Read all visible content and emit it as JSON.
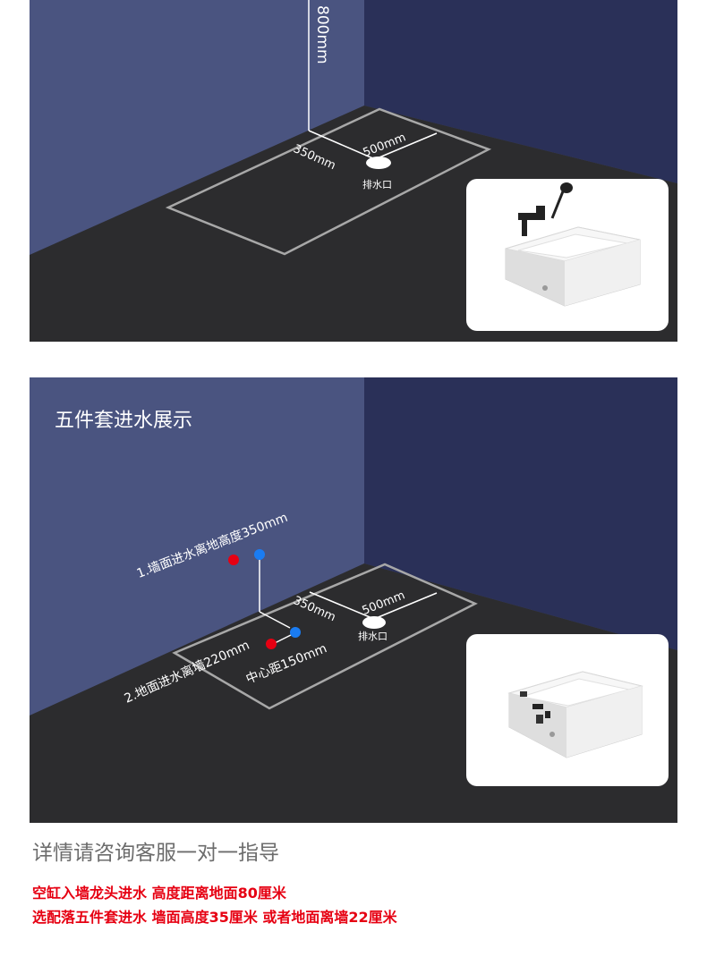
{
  "panel1": {
    "height_label": "800mm",
    "dim_350": "350mm",
    "dim_500": "500mm",
    "drain_label": "排水口"
  },
  "panel2": {
    "heading": "五件套进水展示",
    "wall_inlet_label": "1.墙面进水离地高度350mm",
    "floor_inlet_label": "2.地面进水离墙220mm",
    "center_distance_label": "中心距150mm",
    "dim_350": "350mm",
    "dim_500": "500mm",
    "drain_label": "排水口"
  },
  "colors": {
    "left_wall": "#4a5480",
    "right_wall": "#2a3058",
    "floor": "#2c2c2e",
    "hot_water": "#e60012",
    "cold_water": "#1a7cf2",
    "note_red": "#e60012"
  },
  "footer": {
    "title": "详情请咨询客服一对一指导",
    "notes": [
      "空缸入墙龙头进水 高度距离地面80厘米",
      "选配落五件套进水 墙面高度35厘米 或者地面离墙22厘米"
    ]
  }
}
